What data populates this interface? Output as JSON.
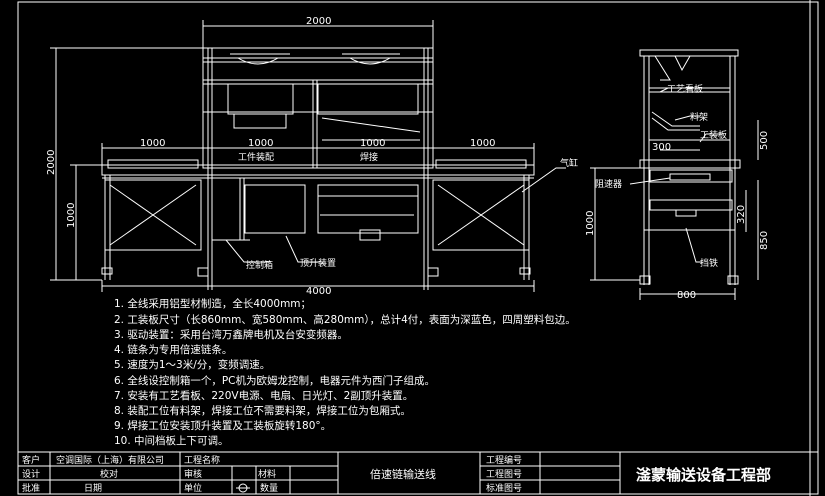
{
  "dimensions": {
    "top_width": "2000",
    "left_wing": "1000",
    "mid_left": "1000",
    "mid_right": "1000",
    "right_wing": "1000",
    "overall_height": "2000",
    "table_height": "1000",
    "overall_length": "4000",
    "side_width": "800",
    "side_top": "500",
    "side_mid": "300",
    "side_conveyor": "320",
    "side_height": "850",
    "side_table": "1000"
  },
  "labels": {
    "station_assembly": "工件装配",
    "station_welding": "焊接",
    "control_box": "控制箱",
    "lift_device": "顶升装置",
    "cylinder": "气缸",
    "process_board": "工艺看板",
    "material_rack": "料架",
    "fixture_board": "工装板",
    "reducer": "阻速器",
    "stopper": "挡铁"
  },
  "notes": [
    "1. 全线采用铝型材制造，全长4000mm；",
    "2. 工装板尺寸（长860mm、宽580mm、高280mm），总计4付，表面为深蓝色，四周塑料包边。",
    "3. 驱动装置：采用台湾万鑫牌电机及台安变频器。",
    "4. 链条为专用倍速链条。",
    "5. 速度为1～3米/分，变频调速。",
    "6. 全线设控制箱一个，PC机为欧姆龙控制，电器元件为西门子组成。",
    "7. 安装有工艺看板、220V电源、电扇、日光灯、2副顶升装置。",
    "8. 装配工位有料架，焊接工位不需要料架，焊接工位为包厢式。",
    "9. 焊接工位安装顶升装置及工装板旋转180°。",
    "10. 中间档板上下可调。"
  ],
  "title_block": {
    "customer_label": "客户",
    "customer_value": "空调国际（上海）有限公司",
    "project_name_label": "工程名称",
    "designer_label": "设计",
    "checker_label": "校对",
    "reviewer_label": "审核",
    "material_label": "材料",
    "approver_label": "批准",
    "date_label": "日期",
    "unit_label": "单位",
    "qty_label": "数量",
    "drawing_title": "倍速链输送线",
    "project_no_label": "工程编号",
    "drawing_no_label": "工程图号",
    "page_label": "标准图号",
    "company": "滏蒙输送设备工程部"
  }
}
